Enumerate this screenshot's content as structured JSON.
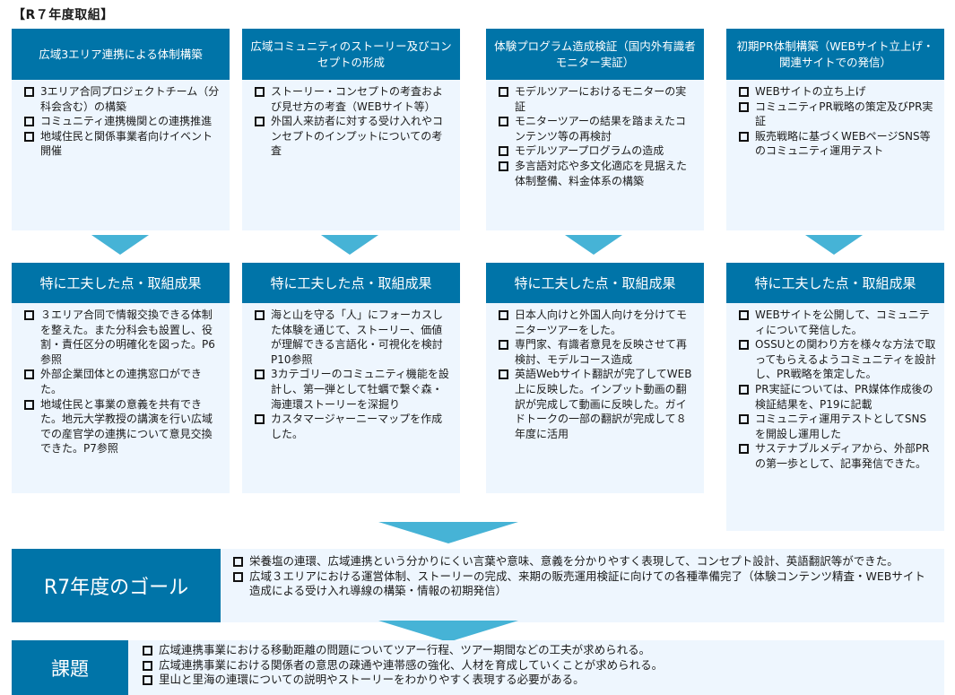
{
  "section_title": "【R７年度取組】",
  "columns": [
    {
      "heading": "広域3エリア連携による体制構築",
      "items": [
        "3エリア合同プロジェクトチーム（分科会含む）の構築",
        "コミュニティ連携機関との連携推進",
        "地域住民と関係事業者向けイベント開催"
      ],
      "result_heading": "特に工夫した点・取組成果",
      "results": [
        "３エリア合同で情報交換できる体制を整えた。また分科会も設置し、役割・責任区分の明確化を図った。P6参照",
        "外部企業団体との連携窓口ができた。",
        "地域住民と事業の意義を共有できた。地元大学教授の講演を行い広域での産官学の連携について意見交換できた。P7参照"
      ]
    },
    {
      "heading": "広域コミュニティのストーリー及びコンセプトの形成",
      "items": [
        "ストーリー・コンセプトの考査および見せ方の考査（WEBサイト等）",
        "外国人来訪者に対する受け入れやコンセプトのインプットについての考査"
      ],
      "result_heading": "特に工夫した点・取組成果",
      "results": [
        "海と山を守る「人」にフォーカスした体験を通じて、ストーリー、価値が理解できる言語化・可視化を検討 P10参照",
        "3カテゴリーのコミュニティ機能を設計し、第一弾として牡蠣で繋ぐ森・海連環ストーリーを深掘り",
        "カスタマージャーニーマップを作成した。"
      ]
    },
    {
      "heading": "体験プログラム造成検証（国内外有識者モニター実証）",
      "items": [
        "モデルツアーにおけるモニターの実証",
        "モニターツアーの結果を踏まえたコンテンツ等の再検討",
        "モデルツアープログラムの造成",
        "多言語対応や多文化適応を見据えた体制整備、料金体系の構築"
      ],
      "result_heading": "特に工夫した点・取組成果",
      "results": [
        "日本人向けと外国人向けを分けてモニターツアーをした。",
        "専門家、有識者意見を反映させて再検討、モデルコース造成",
        "英語Webサイト翻訳が完了してWEB上に反映した。インプット動画の翻訳が完成して動画に反映した。ガイドトークの一部の翻訳が完成して８年度に活用"
      ]
    },
    {
      "heading": "初期PR体制構築（WEBサイト立上げ・関連サイトでの発信）",
      "items": [
        "WEBサイトの立ち上げ",
        "コミュニティPR戦略の策定及びPR実証",
        "販売戦略に基づくWEBページSNS等のコミュニティ運用テスト"
      ],
      "result_heading": "特に工夫した点・取組成果",
      "results": [
        "WEBサイトを公開して、コミュニティについて発信した。",
        "OSSUとの関わり方を様々な方法で取ってもらえるようコミュニティを設計し、PR戦略を策定した。",
        "PR実証については、PR媒体作成後の検証結果を、P19に記載",
        "コミュニティ運用テストとしてSNSを開設し運用した",
        "サステナブルメディアから、外部PRの第一歩として、記事発信できた。"
      ]
    }
  ],
  "goal": {
    "label": "R7年度のゴール",
    "items": [
      "栄養塩の連環、広域連携という分かりにくい言葉や意味、意義を分かりやすく表現して、コンセプト設計、英語翻訳等ができた。",
      "広域３エリアにおける運営体制、ストーリーの完成、来期の販売運用検証に向けての各種準備完了（体験コンテンツ精査・WEBサイト造成による受け入れ導線の構築・情報の初期発信）"
    ]
  },
  "issues": {
    "label": "課題",
    "items": [
      "広域連携事業における移動距離の問題についてツアー行程、ツアー期間などの工夫が求められる。",
      "広域連携事業における関係者の意思の疎通や連帯感の強化、人材を育成していくことが求められる。",
      "里山と里海の連環についての説明やストーリーをわかりやすく表現する必要がある。"
    ]
  },
  "colors": {
    "header_blue": "#0074a8",
    "body_bg": "#eef6fe",
    "arrow": "#46b3d6"
  }
}
